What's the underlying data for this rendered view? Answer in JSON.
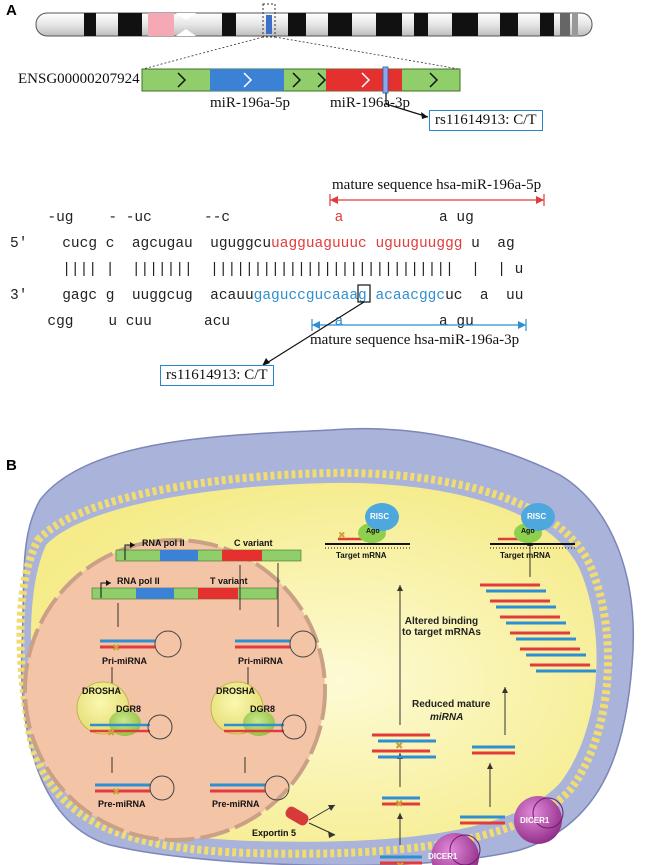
{
  "panel_a": {
    "letter": "A",
    "gene_id": "ENSG00000207924",
    "mir_5p_label": "miR-196a-5p",
    "mir_3p_label": "miR-196a-3p",
    "snp_box_top": "rs11614913: C/T",
    "mature_5p_caption": "mature sequence hsa-miR-196a-5p",
    "mature_3p_caption": "mature sequence hsa-miR-196a-3p",
    "snp_box_bottom": "rs11614913: C/T",
    "hairpin": {
      "l1a": "  -ug    - -uc      --c            ",
      "l1b": "a",
      "l1c": "           a ug",
      "l2a": "5'    cucg c  agcugau  uguggcu",
      "l2b": "uagguaguuuc uguuguuggg",
      "l2c": " u  ag",
      "l3": "      |||| |  |||||||  ||||||||||||||||||||||||||||  |  | u",
      "l4a": "3'    gagc g  uuggcug  acauu",
      "l4b": "gaguccgucaaag acaacggc",
      "l4c": "uc  a  uu",
      "l5a": "  cgg    u cuu      acu            ",
      "l5b": "a",
      "l5c": "           a gu"
    }
  },
  "panel_b": {
    "letter": "B",
    "rna_pol_1": "RNA pol II",
    "c_variant": "C variant",
    "rna_pol_2": "RNA pol II",
    "t_variant": "T variant",
    "pri_mirna_left": "Pri-miRNA",
    "pri_mirna_right": "Pri-miRNA",
    "drosha_left": "DROSHA",
    "dgr8_left": "DGR8",
    "drosha_right": "DROSHA",
    "dgr8_right": "DGR8",
    "pre_mirna_left": "Pre-miRNA",
    "pre_mirna_right": "Pre-miRNA",
    "exportin": "Exportin 5",
    "risc_left": "RISC",
    "ago_left": "Ago",
    "risc_right": "RISC",
    "ago_right": "Ago",
    "target_left": "Target mRNA",
    "target_right": "Target mRNA",
    "altered_binding": "Altered binding\nto target mRNAs",
    "reduced_mature_1": "Reduced mature",
    "reduced_mature_2": "miRNA",
    "dicer_1": "DICER1",
    "dicer_2": "DICER1"
  },
  "colors": {
    "red_strand": "#e23b3b",
    "blue_strand": "#2f8fd0",
    "gene_green": "#8fce6a",
    "box_border": "#2b86c9",
    "nucleus": "#f4c4a6",
    "cytoplasm": "#fbf6b0",
    "cell_membrane_outer": "#aab3d9"
  },
  "icons": [
    "chromosome-ideogram",
    "arrow-icon",
    "mutation-x-icon",
    "exportin-channel-icon"
  ]
}
